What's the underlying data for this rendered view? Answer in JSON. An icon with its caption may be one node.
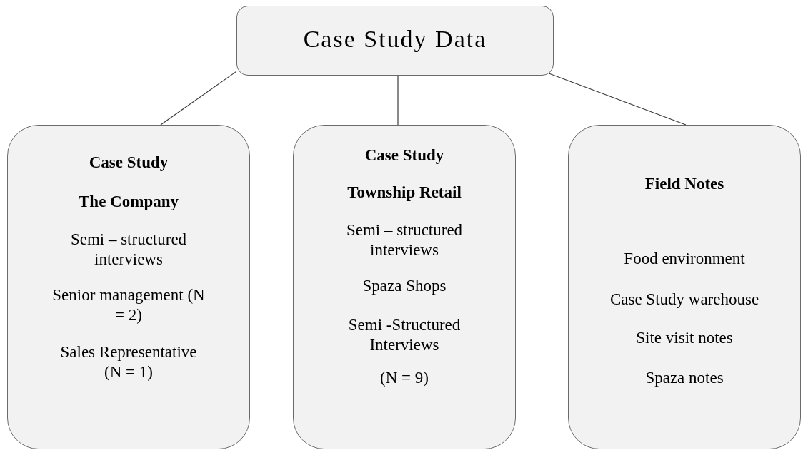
{
  "diagram": {
    "nodes": [
      {
        "text": [
          "Case Study Data"
        ]
      },
      {
        "text": [
          "Case Study",
          "The Company",
          "Semi – structured interviews",
          "Senior management (N = 2)",
          "Sales Representative (N = 1)"
        ]
      },
      {
        "text": [
          "Case Study",
          "Township Retail",
          "Semi – structured interviews",
          "Spaza Shops",
          "Semi -Structured Interviews",
          "(N = 9)"
        ]
      },
      {
        "text": [
          "Field Notes",
          "Food environment",
          "Case Study warehouse",
          "Site visit notes",
          "Spaza notes"
        ]
      }
    ],
    "edges": [
      {
        "from": 0,
        "to": 1,
        "arrow": "none"
      },
      {
        "from": 0,
        "to": 2,
        "arrow": "none"
      },
      {
        "from": 0,
        "to": 3,
        "arrow": "none"
      }
    ]
  }
}
